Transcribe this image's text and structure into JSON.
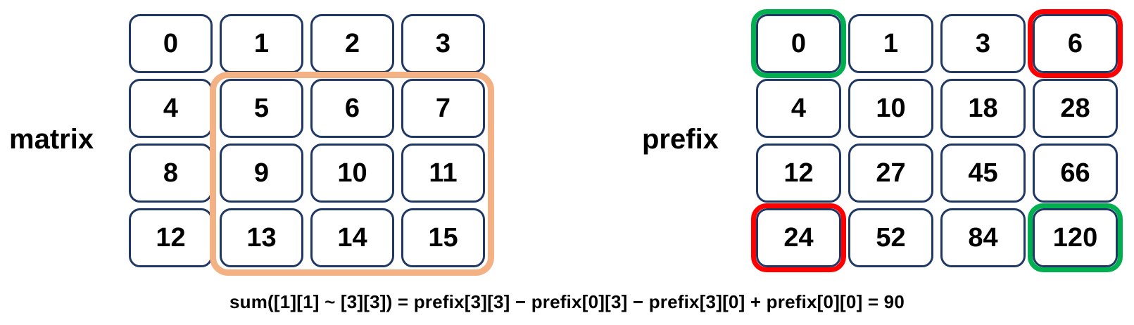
{
  "colors": {
    "background": "#ffffff",
    "cell_border": "#1f3864",
    "number_text": "#000000",
    "region_orange": "#f4b183",
    "highlight_green": "#00b050",
    "highlight_red": "#ff0000"
  },
  "matrix": {
    "label": "matrix",
    "rows": [
      [
        "0",
        "1",
        "2",
        "3"
      ],
      [
        "4",
        "5",
        "6",
        "7"
      ],
      [
        "8",
        "9",
        "10",
        "11"
      ],
      [
        "12",
        "13",
        "14",
        "15"
      ]
    ],
    "highlight_region": {
      "from_row": 1,
      "from_col": 1,
      "to_row": 3,
      "to_col": 3,
      "color_key": "region_orange"
    }
  },
  "prefix": {
    "label": "prefix",
    "rows": [
      [
        "0",
        "1",
        "3",
        "6"
      ],
      [
        "4",
        "10",
        "18",
        "28"
      ],
      [
        "12",
        "27",
        "45",
        "66"
      ],
      [
        "24",
        "52",
        "84",
        "120"
      ]
    ],
    "highlights": [
      {
        "row": 0,
        "col": 0,
        "color": "green"
      },
      {
        "row": 0,
        "col": 3,
        "color": "red"
      },
      {
        "row": 3,
        "col": 0,
        "color": "red"
      },
      {
        "row": 3,
        "col": 3,
        "color": "green"
      }
    ]
  },
  "formula": {
    "text": "sum([1][1] ~ [3][3]) = prefix[3][3] − prefix[0][3] − prefix[3][0] + prefix[0][0] = 90"
  }
}
